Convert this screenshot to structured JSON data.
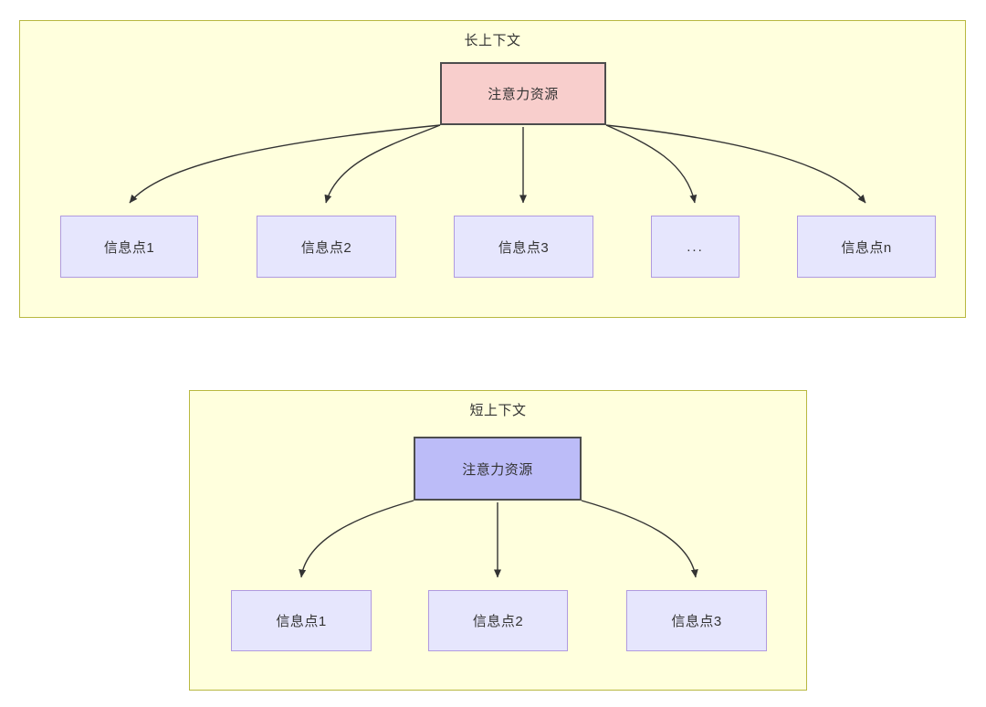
{
  "diagram": {
    "title_note": "attention resource allocation across long vs short context",
    "colors": {
      "panel_background": "#ffffdd",
      "panel_border": "#b8b840",
      "attention_long_fill": "#f8cecc",
      "attention_short_fill": "#bcbcf8",
      "node_border_dark": "#4d4d4d",
      "info_fill": "#e6e6fd",
      "info_border": "#b09ae0",
      "edge_stroke": "#333333",
      "text": "#333333"
    }
  },
  "panels": [
    {
      "id": "long-context",
      "title": "长上下文",
      "root": {
        "label": "注意力资源"
      },
      "children": [
        {
          "label": "信息点1"
        },
        {
          "label": "信息点2"
        },
        {
          "label": "信息点3"
        },
        {
          "label": "..."
        },
        {
          "label": "信息点n"
        }
      ]
    },
    {
      "id": "short-context",
      "title": "短上下文",
      "root": {
        "label": "注意力资源"
      },
      "children": [
        {
          "label": "信息点1"
        },
        {
          "label": "信息点2"
        },
        {
          "label": "信息点3"
        }
      ]
    }
  ]
}
